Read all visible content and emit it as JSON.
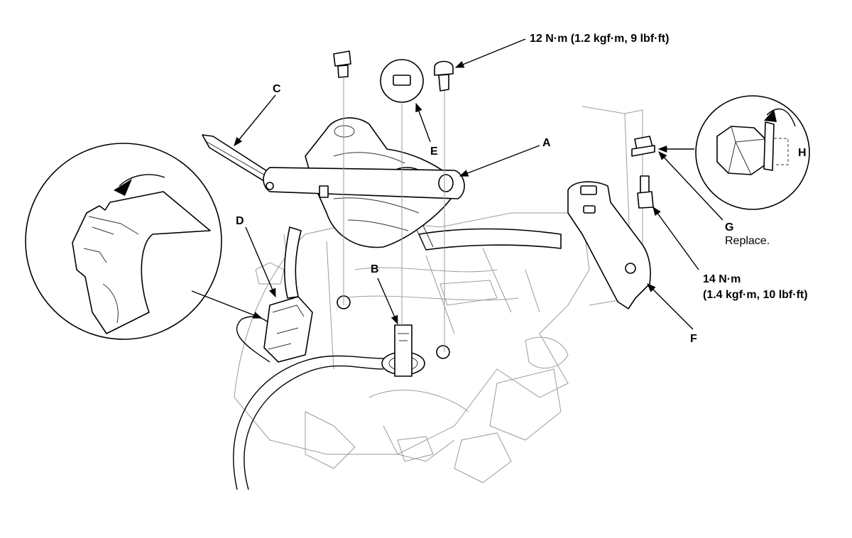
{
  "labels": {
    "A": "A",
    "B": "B",
    "C": "C",
    "D": "D",
    "E": "E",
    "F": "F",
    "G": "G",
    "H": "H"
  },
  "notes": {
    "torque_bolt_a": "12 N·m (1.2 kgf·m, 9 lbf·ft)",
    "torque_bolt_g_line1": "14 N·m",
    "torque_bolt_g_line2": "(1.4 kgf·m, 10 lbf·ft)",
    "replace_g": "Replace."
  }
}
